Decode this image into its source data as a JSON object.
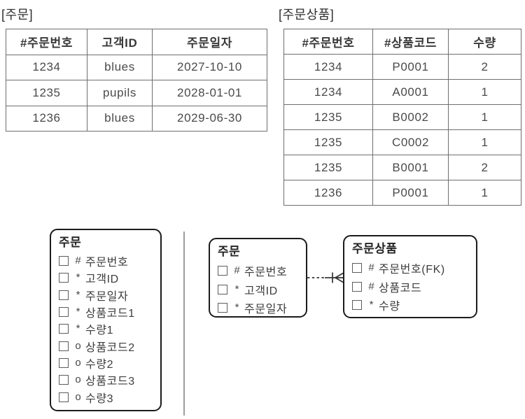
{
  "colors": {
    "text": "#3f3f3f",
    "table_border": "#6f6f6f",
    "entity_border": "#1b1b1b",
    "divider": "#9d9d9d",
    "connector": "#333333"
  },
  "order_table": {
    "caption": "[주문]",
    "headers": [
      "#주문번호",
      "고객ID",
      "주문일자"
    ],
    "rows": [
      [
        "1234",
        "blues",
        "2027-10-10"
      ],
      [
        "1235",
        "pupils",
        "2028-01-01"
      ],
      [
        "1236",
        "blues",
        "2029-06-30"
      ]
    ]
  },
  "order_item_table": {
    "caption": "[주문상품]",
    "headers": [
      "#주문번호",
      "#상품코드",
      "수량"
    ],
    "rows": [
      [
        "1234",
        "P0001",
        "2"
      ],
      [
        "1234",
        "A0001",
        "1"
      ],
      [
        "1235",
        "B0002",
        "1"
      ],
      [
        "1235",
        "C0002",
        "1"
      ],
      [
        "1235",
        "B0001",
        "2"
      ],
      [
        "1236",
        "P0001",
        "1"
      ]
    ]
  },
  "erd": {
    "unnormalized_entity": {
      "title": "주문",
      "attributes": [
        {
          "symbol": "#",
          "label": "주문번호"
        },
        {
          "symbol": "*",
          "label": "고객ID"
        },
        {
          "symbol": "*",
          "label": "주문일자"
        },
        {
          "symbol": "*",
          "label": "상품코드1"
        },
        {
          "symbol": "*",
          "label": "수량1"
        },
        {
          "symbol": "o",
          "label": "상품코드2"
        },
        {
          "symbol": "o",
          "label": "수량2"
        },
        {
          "symbol": "o",
          "label": "상품코드3"
        },
        {
          "symbol": "o",
          "label": "수량3"
        }
      ]
    },
    "order_entity": {
      "title": "주문",
      "attributes": [
        {
          "symbol": "#",
          "label": "주문번호"
        },
        {
          "symbol": "*",
          "label": "고객ID"
        },
        {
          "symbol": "*",
          "label": "주문일자"
        }
      ]
    },
    "order_item_entity": {
      "title": "주문상품",
      "attributes": [
        {
          "symbol": "#",
          "label": "주문번호(FK)"
        },
        {
          "symbol": "#",
          "label": "상품코드"
        },
        {
          "symbol": "*",
          "label": "수량"
        }
      ]
    },
    "relationship": {
      "from": "주문",
      "to": "주문상품",
      "style": "dashed-non-identifying",
      "cardinality": "one-to-many"
    }
  }
}
